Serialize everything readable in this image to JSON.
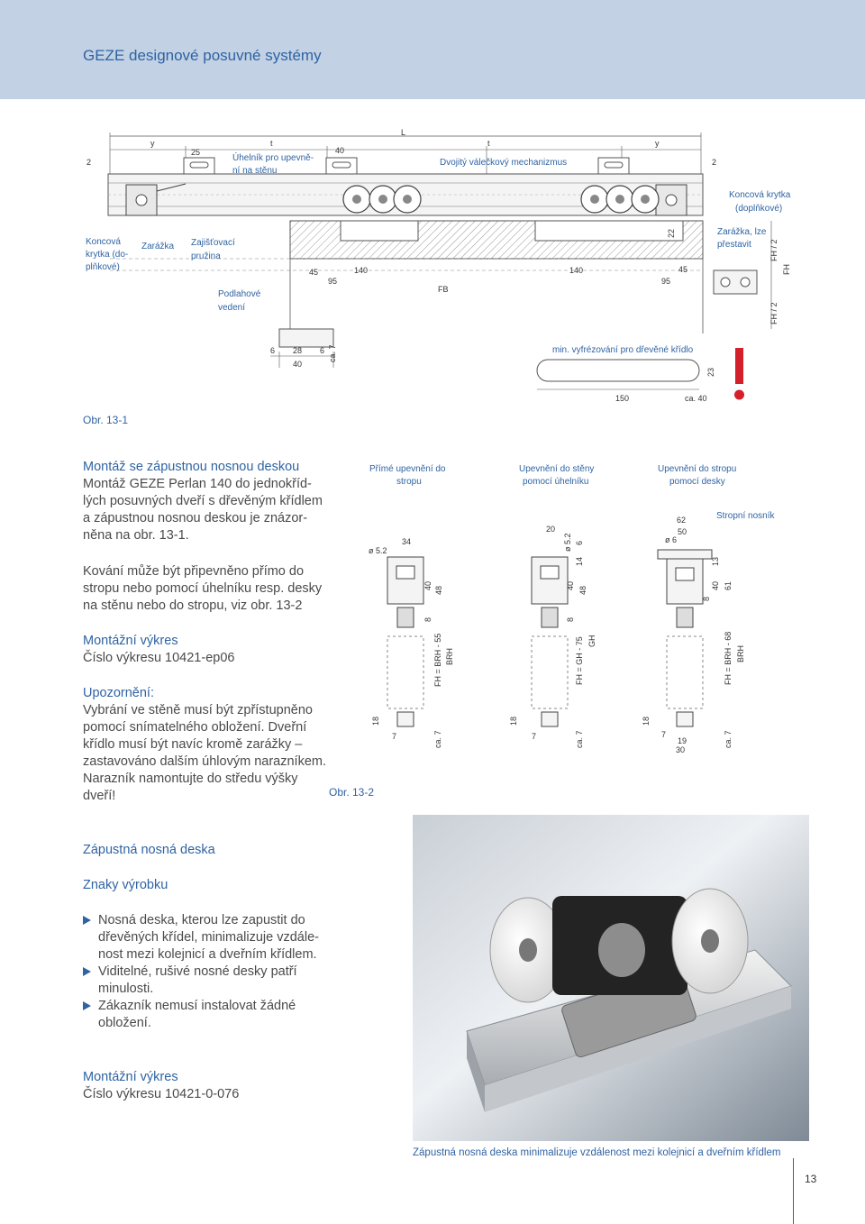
{
  "header": {
    "title": "GEZE designové posuvné systémy"
  },
  "figure1": {
    "caption": "Obr. 13-1",
    "labels": {
      "y": "y",
      "t": "t",
      "L": "L",
      "uhelnik_l1": "Úhelník pro upevně-",
      "uhelnik_l2": "ní na stěnu",
      "mechanismus": "Dvojitý válečkový mechanizmus",
      "koncova_right_l1": "Koncová krytka",
      "koncova_right_l2": "(doplňkové)",
      "koncova_left_l1": "Koncová",
      "koncova_left_l2": "krytka (do-",
      "koncova_left_l3": "plňkové)",
      "zarazka": "Zarážka",
      "pruzina_l1": "Zajišťovací",
      "pruzina_l2": "pružina",
      "vedeni_l1": "Podlahové",
      "vedeni_l2": "vedení",
      "zarazka_lze_l1": "Zarážka, lze",
      "zarazka_lze_l2": "přestavit",
      "FB": "FB",
      "FH": "FH",
      "FH2": "FH / 2",
      "vyfrezovani": "min. vyfrézování pro dřevěné křídlo"
    },
    "dims": {
      "d2": "2",
      "d25": "25",
      "d40": "40",
      "d45": "45",
      "d95": "95",
      "d140": "140",
      "d22": "22",
      "d6": "6",
      "d28": "28",
      "ca7": "ca. 7",
      "d150": "150",
      "ca40": "ca. 40",
      "d23": "23"
    }
  },
  "figure2": {
    "caption": "Obr. 13-2",
    "col1": {
      "title_l1": "Přímé upevnění do",
      "title_l2": "stropu",
      "phi": "ø 5.2",
      "d34": "34",
      "d40": "40",
      "d48": "48",
      "d8": "8",
      "fh": "FH = BRH - 55",
      "brh": "BRH",
      "d18": "18",
      "d7": "7",
      "ca7": "ca. 7"
    },
    "col2": {
      "title_l1": "Upevnění do stěny",
      "title_l2": "pomocí úhelníku",
      "d20": "20",
      "phi": "ø 5.2",
      "d6": "6",
      "d14": "14",
      "d40": "40",
      "d48": "48",
      "d8": "8",
      "fh": "FH = GH - 75",
      "gh": "GH",
      "d18": "18",
      "d7": "7",
      "ca7": "ca. 7"
    },
    "col3": {
      "title_l1": "Upevnění do stropu",
      "title_l2": "pomocí desky",
      "nosnik": "Stropní nosník",
      "d62": "62",
      "d50": "50",
      "phi": "ø 6",
      "d13": "13",
      "d40": "40",
      "d61": "61",
      "d8": "8",
      "fh": "FH = BRH - 68",
      "brh": "BRH",
      "d18": "18",
      "d7": "7",
      "d19": "19",
      "d30": "30",
      "ca7": "ca. 7"
    }
  },
  "text": {
    "heading1": "Montáž se zápustnou nosnou deskou",
    "para1": [
      "Montáž GEZE Perlan 140 do jednokříd-",
      "lých posuvných dveří s dřevěným křídlem",
      "a zápustnou nosnou deskou je znázor-",
      "něna na obr. 13-1."
    ],
    "para2": [
      "Kování může být připevněno přímo do",
      "stropu nebo pomocí úhelníku resp. desky",
      "na stěnu nebo do stropu, viz obr. 13-2"
    ],
    "montazni_label": "Montážní výkres",
    "drawing1": "Číslo výkresu 10421-ep06",
    "warning_label": "Upozornění:",
    "warning": [
      "Vybrání ve stěně musí být zpřístupněno",
      "pomocí snímatelného obložení. Dveřní",
      "křídlo musí být navíc  kromě zarážky –",
      "zastavováno dalším úhlovým narazníkem.",
      "Narazník namontujte do středu výšky",
      "dveří!"
    ],
    "zapustna_heading": "Zápustná nosná deska",
    "znaky_heading": "Znaky výrobku",
    "bullets": [
      [
        "Nosná deska, kterou lze zapustit do",
        "dřevěných křídel, minimalizuje vzdále-",
        "nost mezi kolejnicí a dveřním křídlem."
      ],
      [
        "Viditelné, rušivé nosné desky patří",
        "minulosti."
      ],
      [
        "Zákazník nemusí instalovat žádné",
        "obložení."
      ]
    ],
    "montazni_label2": "Montážní výkres",
    "drawing2": "Číslo výkresu 10421-0-076"
  },
  "photo": {
    "caption": "Zápustná nosná deska minimalizuje vzdálenost mezi kolejnicí a dveřním křídlem"
  },
  "page": {
    "number": "13"
  },
  "colors": {
    "accent": "#2f63a3",
    "band": "#c2d1e4",
    "warning": "#d4202a"
  }
}
